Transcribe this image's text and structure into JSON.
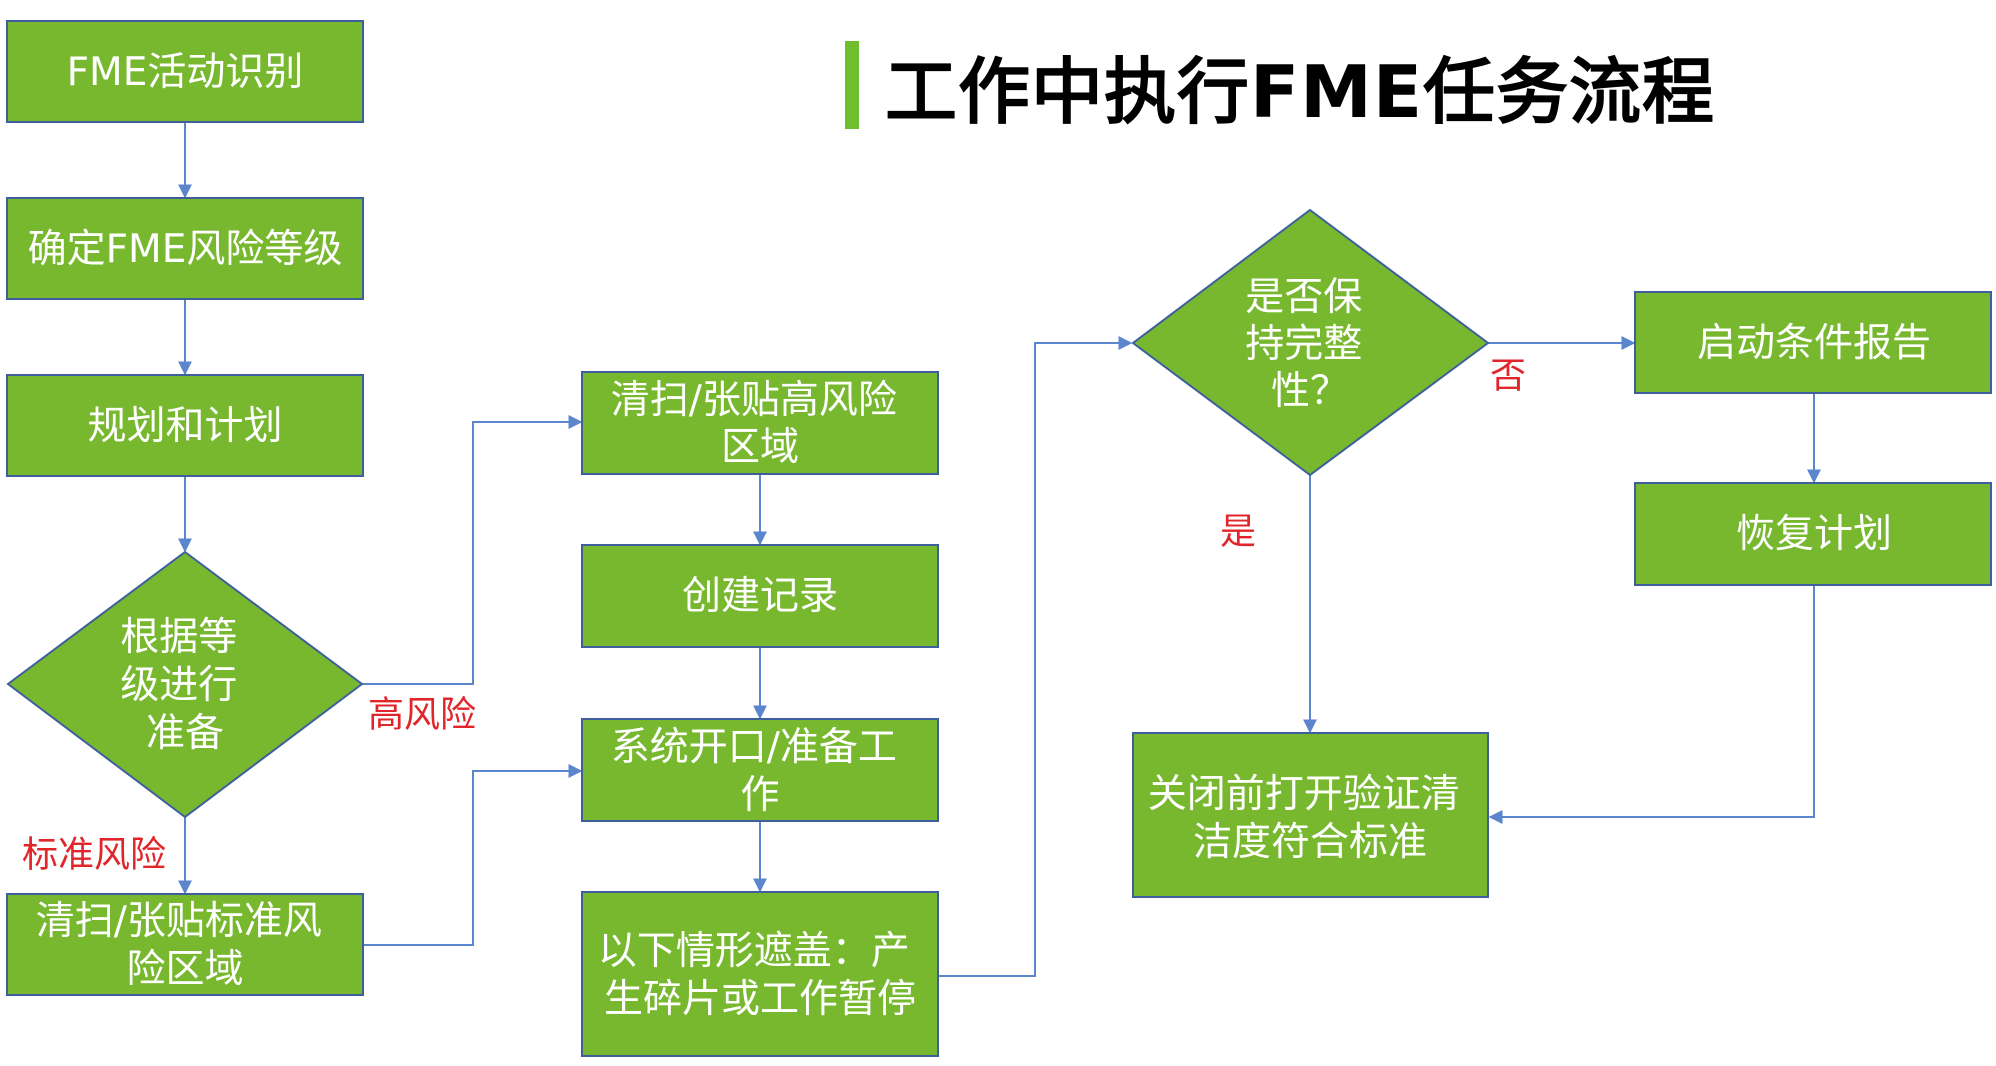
{
  "title": "工作中执行FME任务流程",
  "colors": {
    "title_bar": "#6fbe2e",
    "node_fill": "#77b82f",
    "node_stroke": "#3e5f9c",
    "edge": "#5b85cc",
    "edge_label": "#e0262b"
  },
  "nodes": {
    "identify": {
      "lines": [
        "FME活动识别"
      ]
    },
    "risk_level": {
      "lines": [
        "确定FME风险等级"
      ]
    },
    "planning": {
      "lines": [
        "规划和计划"
      ]
    },
    "prepare_decision": {
      "lines": [
        "根据等",
        "级进行",
        "准备"
      ]
    },
    "clean_standard": {
      "lines": [
        "清扫/张贴标准风",
        "险区域"
      ]
    },
    "clean_high": {
      "lines": [
        "清扫/张贴高风险",
        "区域"
      ]
    },
    "create_record": {
      "lines": [
        "创建记录"
      ]
    },
    "open_system": {
      "lines": [
        "系统开口/准备工",
        "作"
      ]
    },
    "cover": {
      "lines": [
        "以下情形遮盖：产",
        "生碎片或工作暂停"
      ]
    },
    "integrity_decision": {
      "lines": [
        "是否保",
        "持完整",
        "性？"
      ]
    },
    "condition_report": {
      "lines": [
        "启动条件报告"
      ]
    },
    "recovery_plan": {
      "lines": [
        "恢复计划"
      ]
    },
    "verify_close": {
      "lines": [
        "关闭前打开验证清",
        "洁度符合标准"
      ]
    }
  },
  "edge_labels": {
    "high_risk": "高风险",
    "standard_risk": "标准风险",
    "no": "否",
    "yes": "是"
  }
}
